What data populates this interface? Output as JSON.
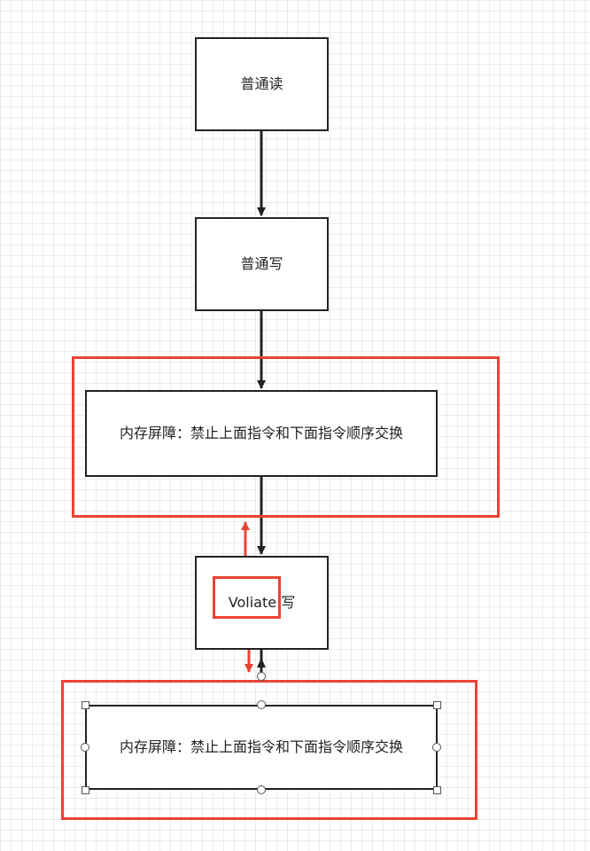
{
  "diagram": {
    "nodes": {
      "normal_read": "普通读",
      "normal_write": "普通写",
      "barrier_before": "内存屏障：禁止上面指令和下面指令顺序交换",
      "volatile_write_word": "Voliate",
      "volatile_write_suffix": " 写",
      "barrier_after": "内存屏障：禁止上面指令和下面指令顺序交换"
    },
    "colors": {
      "stroke": "#222222",
      "highlight": "#ea4335",
      "grid": "#ececec"
    }
  }
}
